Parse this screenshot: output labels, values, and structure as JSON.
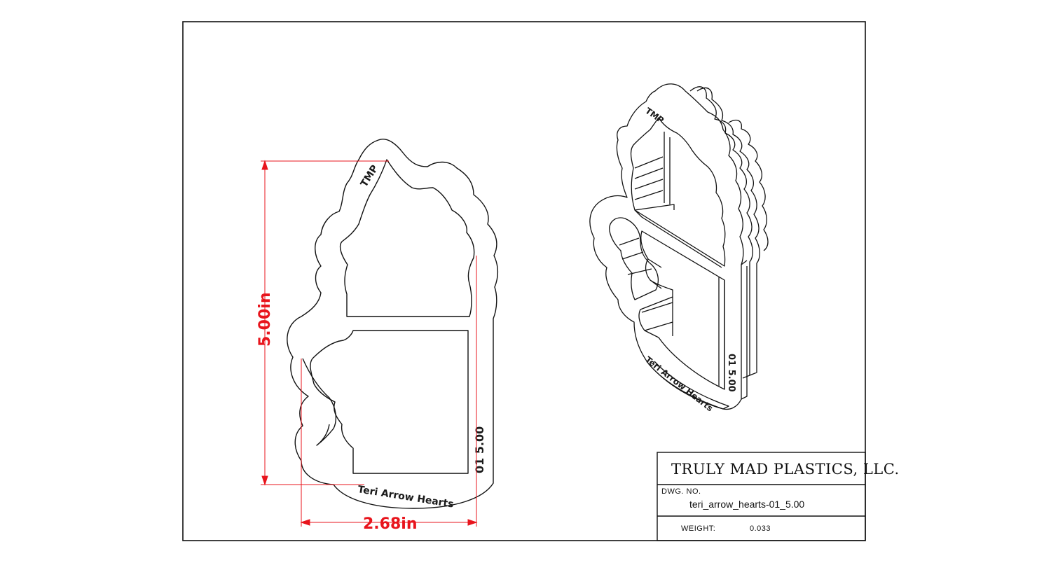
{
  "dimensions": {
    "height_label": "5.00in",
    "width_label": "2.68in",
    "color": "#e8141c"
  },
  "front_view": {
    "embossed_top": "TMP",
    "embossed_bottom": "Teri Arrow Hearts",
    "embossed_side": "01 5.00"
  },
  "iso_view": {
    "embossed_top": "TMP",
    "embossed_bottom": "Teri Arrow Hearts",
    "embossed_side": "01 5.00"
  },
  "title_block": {
    "company": "TRULY MAD PLASTICS, LLC.",
    "dwg_no_label": "DWG.  NO.",
    "dwg_no_value": "teri_arrow_hearts-01_5.00",
    "weight_label": "WEIGHT:",
    "weight_value": "0.033"
  }
}
